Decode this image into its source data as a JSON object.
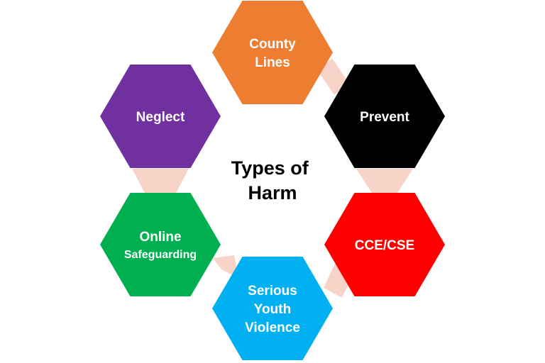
{
  "diagram": {
    "center_title": [
      "Types of",
      "Harm"
    ],
    "connector_color": "#f8d4c8",
    "hexagons": [
      {
        "id": "county-lines",
        "lines": [
          "County",
          "Lines"
        ],
        "color": "#ed7d31"
      },
      {
        "id": "prevent",
        "lines": [
          "Prevent"
        ],
        "color": "#000000"
      },
      {
        "id": "cce-cse",
        "lines": [
          "CCE/CSE"
        ],
        "color": "#ff0000"
      },
      {
        "id": "serious-youth-violence",
        "lines": [
          "Serious",
          "Youth",
          "Violence"
        ],
        "color": "#00b0f0"
      },
      {
        "id": "online-safeguarding",
        "lines": [
          "Online",
          "Safeguarding"
        ],
        "color": "#00b050"
      },
      {
        "id": "neglect",
        "lines": [
          "Neglect"
        ],
        "color": "#7030a0"
      }
    ]
  }
}
